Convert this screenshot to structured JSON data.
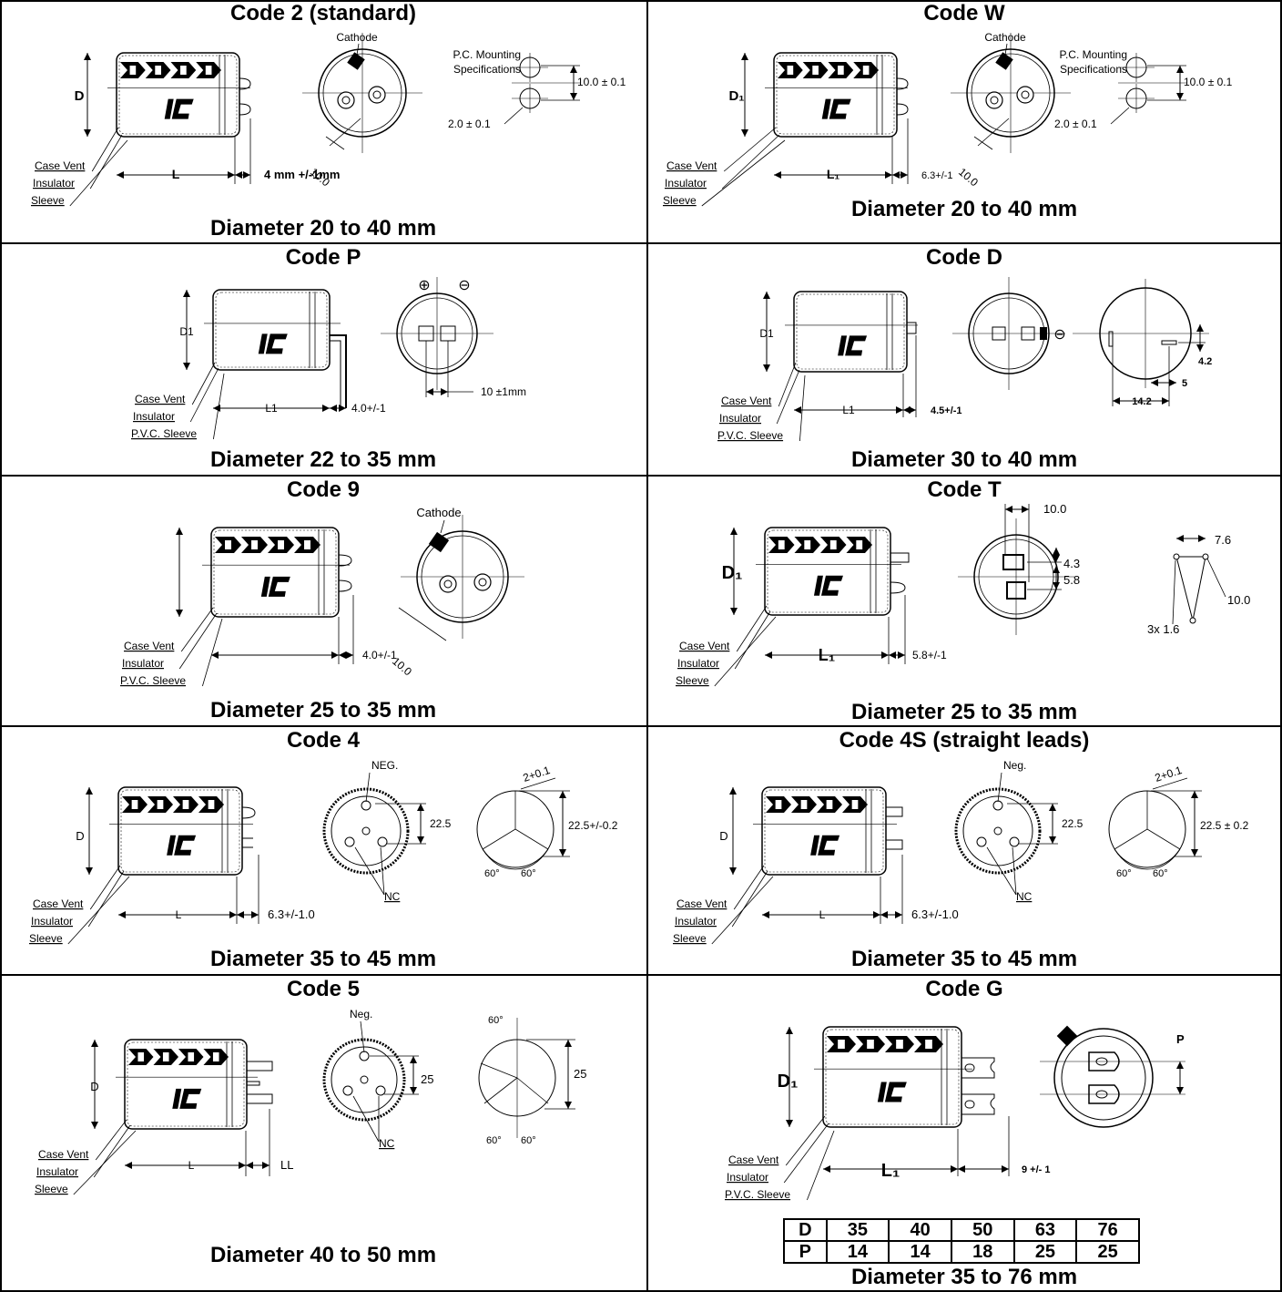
{
  "labels": {
    "case_vent": "Case Vent",
    "insulator": "Insulator",
    "sleeve": "Sleeve",
    "pvc_sleeve": "P.V.C. Sleeve",
    "cathode": "Cathode",
    "pc_mount_1": "P.C. Mounting",
    "pc_mount_2": "Specifications",
    "nc": "NC"
  },
  "cells": [
    {
      "id": "code-2",
      "title": "Code 2 (standard)",
      "footer": "Diameter 20 to 40 mm",
      "dim_d": "D",
      "dim_l": "L",
      "lead": "4 mm +/-1mm",
      "pitch": "10.0",
      "pc_spacing": "10.0 ± 0.1",
      "hole": "2.0 ± 0.1"
    },
    {
      "id": "code-w",
      "title": "Code W",
      "footer": "Diameter 20 to 40 mm",
      "dim_d": "D₁",
      "dim_l": "L₁",
      "lead": "6.3+/-1",
      "pitch": "10.0",
      "pc_spacing": "10.0 ± 0.1",
      "hole": "2.0 ± 0.1"
    },
    {
      "id": "code-p",
      "title": "Code P",
      "footer": "Diameter 22 to 35 mm",
      "dim_d": "D1",
      "dim_l": "L1",
      "lead": "4.0+/-1",
      "spacing": "10 ±1mm",
      "plus": "⊕",
      "minus": "⊖"
    },
    {
      "id": "code-d",
      "title": "Code D",
      "footer": "Diameter 30 to 40 mm",
      "dim_d": "D1",
      "dim_l": "L1",
      "lead": "4.5+/-1",
      "minus": "⊖",
      "dim_a": "4.2",
      "dim_b": "5",
      "dim_c": "14.2"
    },
    {
      "id": "code-9",
      "title": "Code 9",
      "footer": "Diameter 25 to 35 mm",
      "lead": "4.0+/-1",
      "pitch": "10.0"
    },
    {
      "id": "code-t",
      "title": "Code T",
      "footer": "Diameter 25 to 35 mm",
      "dim_d": "D₁",
      "dim_l": "L₁",
      "lead": "5.8+/-1",
      "top": "10.0",
      "d1": "4.3",
      "d2": "5.8",
      "p1": "7.6",
      "p2": "10.0",
      "p3": "3x 1.6"
    },
    {
      "id": "code-4",
      "title": "Code 4",
      "footer": "Diameter 35 to 45 mm",
      "dim_d": "D",
      "dim_l": "L",
      "lead": "6.3+/-1.0",
      "neg": "NEG.",
      "pcd": "22.5",
      "pcd2": "22.5+/-0.2",
      "hole": "2+0.1",
      "angle": "60°"
    },
    {
      "id": "code-4s",
      "title": "Code 4S (straight leads)",
      "footer": "Diameter 35 to 45 mm",
      "dim_d": "D",
      "dim_l": "L",
      "lead": "6.3+/-1.0",
      "neg": "Neg.",
      "pcd": "22.5",
      "pcd2": "22.5 ± 0.2",
      "hole": "2+0.1",
      "angle": "60°"
    },
    {
      "id": "code-5",
      "title": "Code 5",
      "footer": "Diameter 40 to 50 mm",
      "dim_d": "D",
      "dim_l": "L",
      "lead": "LL",
      "neg": "Neg.",
      "pcd": "25",
      "pcd2": "25",
      "angle": "60°"
    },
    {
      "id": "code-g",
      "title": "Code G",
      "footer": "Diameter  35 to 76 mm",
      "dim_d": "D₁",
      "dim_l": "L₁",
      "lead": "9 +/- 1",
      "p": "P"
    }
  ],
  "code_g_table": {
    "rows": [
      [
        "D",
        "35",
        "40",
        "50",
        "63",
        "76"
      ],
      [
        "P",
        "14",
        "14",
        "18",
        "25",
        "25"
      ]
    ]
  }
}
